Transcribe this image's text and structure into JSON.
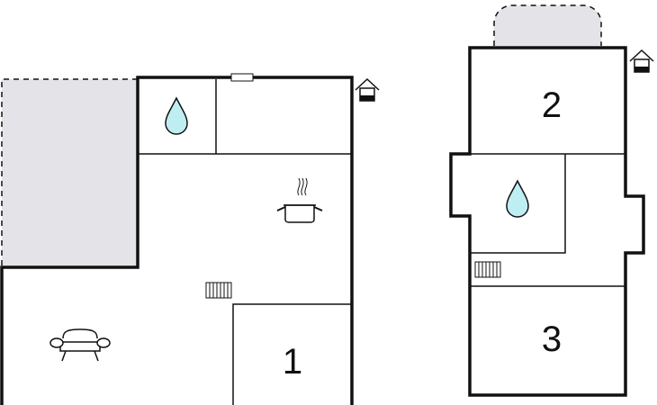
{
  "floorplan": {
    "colors": {
      "wall": "#111111",
      "outdoor_area": "#e4e4e8",
      "water_drop": "#bfeef2",
      "background": "#ffffff"
    },
    "icons": {
      "bathroom": "water-drop-icon",
      "kitchen": "cooking-pot-icon",
      "living_room": "armchair-icon",
      "heating": "radiator-icon",
      "entrance": "house-entrance-icon",
      "window": "window-icon"
    },
    "rooms": [
      {
        "number": "1"
      },
      {
        "number": "2"
      },
      {
        "number": "3"
      }
    ]
  }
}
